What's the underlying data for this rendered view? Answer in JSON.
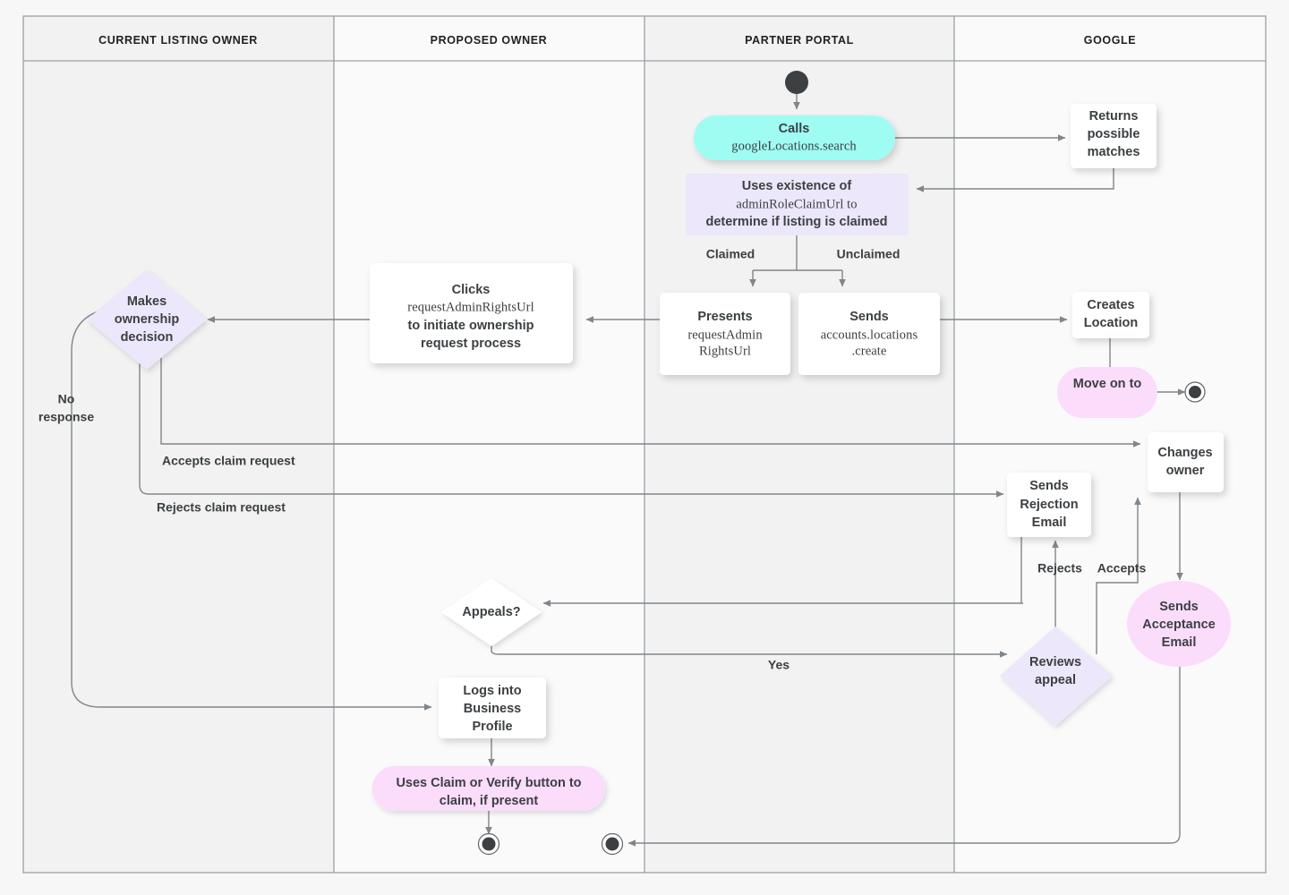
{
  "diagram": {
    "title": "Business Profile ownership transfer flow",
    "background_color": "#f7f7f7",
    "lane_border_color": "#9aa0a6",
    "edge_color": "#80868b",
    "colors": {
      "cyan": "#9ffcf2",
      "lavender": "#ece7fa",
      "pink": "#fbdcfb",
      "white": "#ffffff",
      "text": "#3c4043",
      "lane_fill_odd": "#f2f2f2",
      "lane_fill_even": "#fafafa"
    }
  },
  "lanes": [
    {
      "id": "current-listing-owner",
      "label": "CURRENT LISTING OWNER"
    },
    {
      "id": "proposed-owner",
      "label": "PROPOSED OWNER"
    },
    {
      "id": "partner-portal",
      "label": "PARTNER PORTAL"
    },
    {
      "id": "google",
      "label": "GOOGLE"
    }
  ],
  "nodes": [
    {
      "id": "start",
      "kind": "start-node",
      "label": "",
      "lane": "partner-portal"
    },
    {
      "id": "calls-google-locations-search",
      "kind": "pill-cyan",
      "lane": "partner-portal",
      "lines": [
        {
          "text": "Calls",
          "style": "bold"
        },
        {
          "text": "googleLocations.search",
          "style": "mono"
        }
      ]
    },
    {
      "id": "returns-possible-matches",
      "kind": "box",
      "lane": "google",
      "lines": [
        {
          "text": "Returns",
          "style": "bold"
        },
        {
          "text": "possible",
          "style": "bold"
        },
        {
          "text": "matches",
          "style": "bold"
        }
      ]
    },
    {
      "id": "uses-existence-of-adminroleclaimurl",
      "kind": "box-lavender",
      "lane": "partner-portal",
      "lines": [
        {
          "text": "Uses existence of",
          "style": "bold"
        },
        {
          "text": "adminRoleClaimUrl to",
          "style": "mono-mixed"
        },
        {
          "text": "determine if listing is claimed",
          "style": "bold"
        }
      ]
    },
    {
      "id": "presents-requestadminrightsurl",
      "kind": "box",
      "lane": "partner-portal",
      "lines": [
        {
          "text": "Presents",
          "style": "bold"
        },
        {
          "text": "requestAdmin",
          "style": "mono"
        },
        {
          "text": "RightsUrl",
          "style": "mono"
        }
      ]
    },
    {
      "id": "sends-accounts-locations-create",
      "kind": "box",
      "lane": "partner-portal",
      "lines": [
        {
          "text": "Sends",
          "style": "bold"
        },
        {
          "text": "accounts.locations",
          "style": "mono"
        },
        {
          "text": ".create",
          "style": "mono"
        }
      ]
    },
    {
      "id": "creates-location",
      "kind": "box",
      "lane": "google",
      "lines": [
        {
          "text": "Creates",
          "style": "bold"
        },
        {
          "text": "Location",
          "style": "bold"
        }
      ]
    },
    {
      "id": "move-on-to",
      "kind": "pill-pink",
      "lane": "google",
      "lines": [
        {
          "text": "Move on to",
          "style": "bold"
        }
      ]
    },
    {
      "id": "end-google",
      "kind": "end-node",
      "label": "",
      "lane": "google"
    },
    {
      "id": "clicks-requestadminrightsurl",
      "kind": "box",
      "lane": "proposed-owner",
      "lines": [
        {
          "text": "Clicks",
          "style": "bold"
        },
        {
          "text": "requestAdminRightsUrl",
          "style": "mono"
        },
        {
          "text": "to initiate ownership",
          "style": "bold"
        },
        {
          "text": "request process",
          "style": "bold"
        }
      ]
    },
    {
      "id": "makes-ownership-decision",
      "kind": "diamond",
      "lane": "current-listing-owner",
      "lines": [
        {
          "text": "Makes",
          "style": "bold"
        },
        {
          "text": "ownership",
          "style": "bold"
        },
        {
          "text": "decision",
          "style": "bold"
        }
      ]
    },
    {
      "id": "changes-owner",
      "kind": "box",
      "lane": "google",
      "lines": [
        {
          "text": "Changes",
          "style": "bold"
        },
        {
          "text": "owner",
          "style": "bold"
        }
      ]
    },
    {
      "id": "sends-rejection-email",
      "kind": "box",
      "lane": "google",
      "lines": [
        {
          "text": "Sends",
          "style": "bold"
        },
        {
          "text": "Rejection",
          "style": "bold"
        },
        {
          "text": "Email",
          "style": "bold"
        }
      ]
    },
    {
      "id": "sends-acceptance-email",
      "kind": "pill-pink",
      "lane": "google",
      "lines": [
        {
          "text": "Sends",
          "style": "bold"
        },
        {
          "text": "Acceptance",
          "style": "bold"
        },
        {
          "text": "Email",
          "style": "bold"
        }
      ]
    },
    {
      "id": "appeals",
      "kind": "diamond-white",
      "lane": "proposed-owner",
      "lines": [
        {
          "text": "Appeals?",
          "style": "bold"
        }
      ]
    },
    {
      "id": "reviews-appeal",
      "kind": "diamond",
      "lane": "google",
      "lines": [
        {
          "text": "Reviews",
          "style": "bold"
        },
        {
          "text": "appeal",
          "style": "bold"
        }
      ]
    },
    {
      "id": "logs-into-business-profile",
      "kind": "box",
      "lane": "proposed-owner",
      "lines": [
        {
          "text": "Logs into",
          "style": "bold"
        },
        {
          "text": "Business",
          "style": "bold"
        },
        {
          "text": "Profile",
          "style": "bold"
        }
      ]
    },
    {
      "id": "uses-claim-or-verify-button",
      "kind": "pill-pink",
      "lane": "proposed-owner",
      "lines": [
        {
          "text": "Uses Claim or Verify button to",
          "style": "bold"
        },
        {
          "text": "claim, if present",
          "style": "bold"
        }
      ]
    },
    {
      "id": "end-proposed-owner",
      "kind": "end-node",
      "label": "",
      "lane": "proposed-owner"
    },
    {
      "id": "end-partner-portal",
      "kind": "end-node",
      "label": "",
      "lane": "partner-portal"
    }
  ],
  "edge_labels": [
    {
      "id": "claimed",
      "text": "Claimed"
    },
    {
      "id": "unclaimed",
      "text": "Unclaimed"
    },
    {
      "id": "no-response",
      "text_line_1": "No",
      "text_line_2": "response"
    },
    {
      "id": "accepts-claim-request",
      "text": "Accepts claim request"
    },
    {
      "id": "rejects-claim-request",
      "text": "Rejects claim request"
    },
    {
      "id": "rejects",
      "text": "Rejects"
    },
    {
      "id": "accepts",
      "text": "Accepts"
    },
    {
      "id": "yes",
      "text": "Yes"
    }
  ]
}
